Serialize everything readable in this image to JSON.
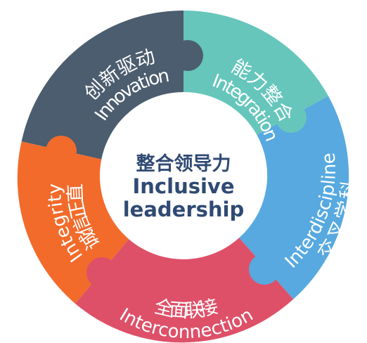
{
  "center": {
    "cn": "整合领导力",
    "en1": "Inclusive",
    "en2": "leadership"
  },
  "segments": [
    {
      "cn": "创新驱动",
      "en": "Innovation",
      "color": "#4b5d6e"
    },
    {
      "cn": "能力整合",
      "en": "Integration",
      "color": "#66c6bb"
    },
    {
      "cn": "交叉学科",
      "en": "Interdiscipline",
      "color": "#57a9e0"
    },
    {
      "cn": "全面联接",
      "en": "Interconnection",
      "color": "#de5068"
    },
    {
      "cn": "诚信正直",
      "en": "Integrity",
      "color": "#f26b2b"
    }
  ],
  "colors": {
    "center_text": "#2f4a73",
    "segment_text": "#ffffff",
    "background": "#ffffff"
  }
}
